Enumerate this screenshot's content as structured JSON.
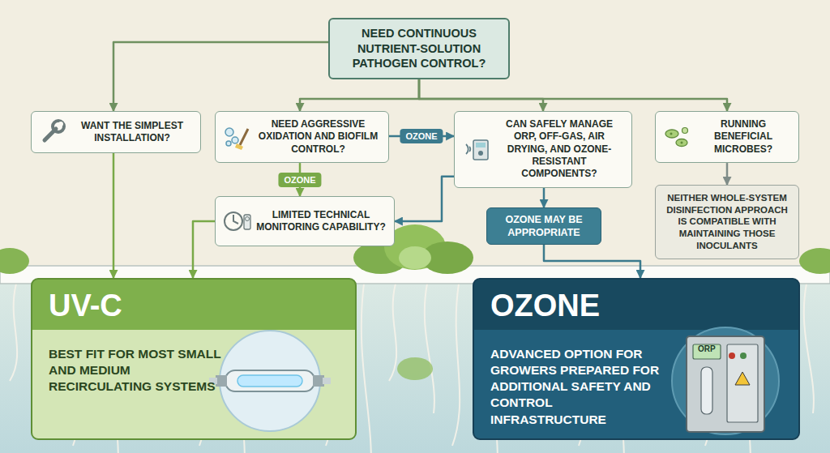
{
  "diagram": {
    "nodes": [
      {
        "text": [
          "NEED CONTINUOUS NUTRIENT-SOLUTION PATHOGEN CONTROL?"
        ]
      },
      {
        "text": [
          "WANT THE SIMPLEST INSTALLATION?"
        ]
      },
      {
        "text": [
          "NEED AGGRESSIVE OXIDATION AND BIOFILM CONTROL?"
        ]
      },
      {
        "text": [
          "CAN SAFELY MANAGE ORP, OFF-GAS, AIR DRYING, AND OZONE-RESISTANT COMPONENTS?"
        ]
      },
      {
        "text": [
          "RUNNING BENEFICIAL MICROBES?"
        ]
      },
      {
        "text": [
          "LIMITED TECHNICAL MONITORING CAPABILITY?"
        ]
      },
      {
        "text": [
          "OZONE MAY BE APPROPRIATE"
        ]
      },
      {
        "text": [
          "NEITHER WHOLE-SYSTEM DISINFECTION APPROACH IS COMPATIBLE WITH MAINTAINING THOSE INOCULANTS"
        ]
      },
      {
        "text": [
          "UV-C",
          "BEST FIT FOR MOST SMALL AND MEDIUM RECIRCULATING SYSTEMS"
        ]
      },
      {
        "text": [
          "OZONE",
          "ADVANCED OPTION FOR GROWERS PREPARED FOR ADDITIONAL SAFETY AND CONTROL INFRASTRUCTURE"
        ]
      }
    ],
    "edges": [
      {
        "from": 0,
        "to": 1,
        "arrow": "to"
      },
      {
        "from": 0,
        "to": 2,
        "arrow": "to"
      },
      {
        "from": 0,
        "to": 3,
        "arrow": "to"
      },
      {
        "from": 0,
        "to": 4,
        "arrow": "to"
      },
      {
        "from": 1,
        "to": 8,
        "arrow": "to"
      },
      {
        "from": 2,
        "to": 3,
        "label": "OZONE",
        "arrow": "to"
      },
      {
        "from": 2,
        "to": 5,
        "label": "OZONE",
        "arrow": "to"
      },
      {
        "from": 3,
        "to": 5,
        "arrow": "to"
      },
      {
        "from": 3,
        "to": 6,
        "arrow": "to"
      },
      {
        "from": 4,
        "to": 7,
        "arrow": "to"
      },
      {
        "from": 5,
        "to": 8,
        "arrow": "to"
      },
      {
        "from": 6,
        "to": 9,
        "arrow": "to"
      }
    ],
    "labels": [
      "ORP"
    ]
  }
}
